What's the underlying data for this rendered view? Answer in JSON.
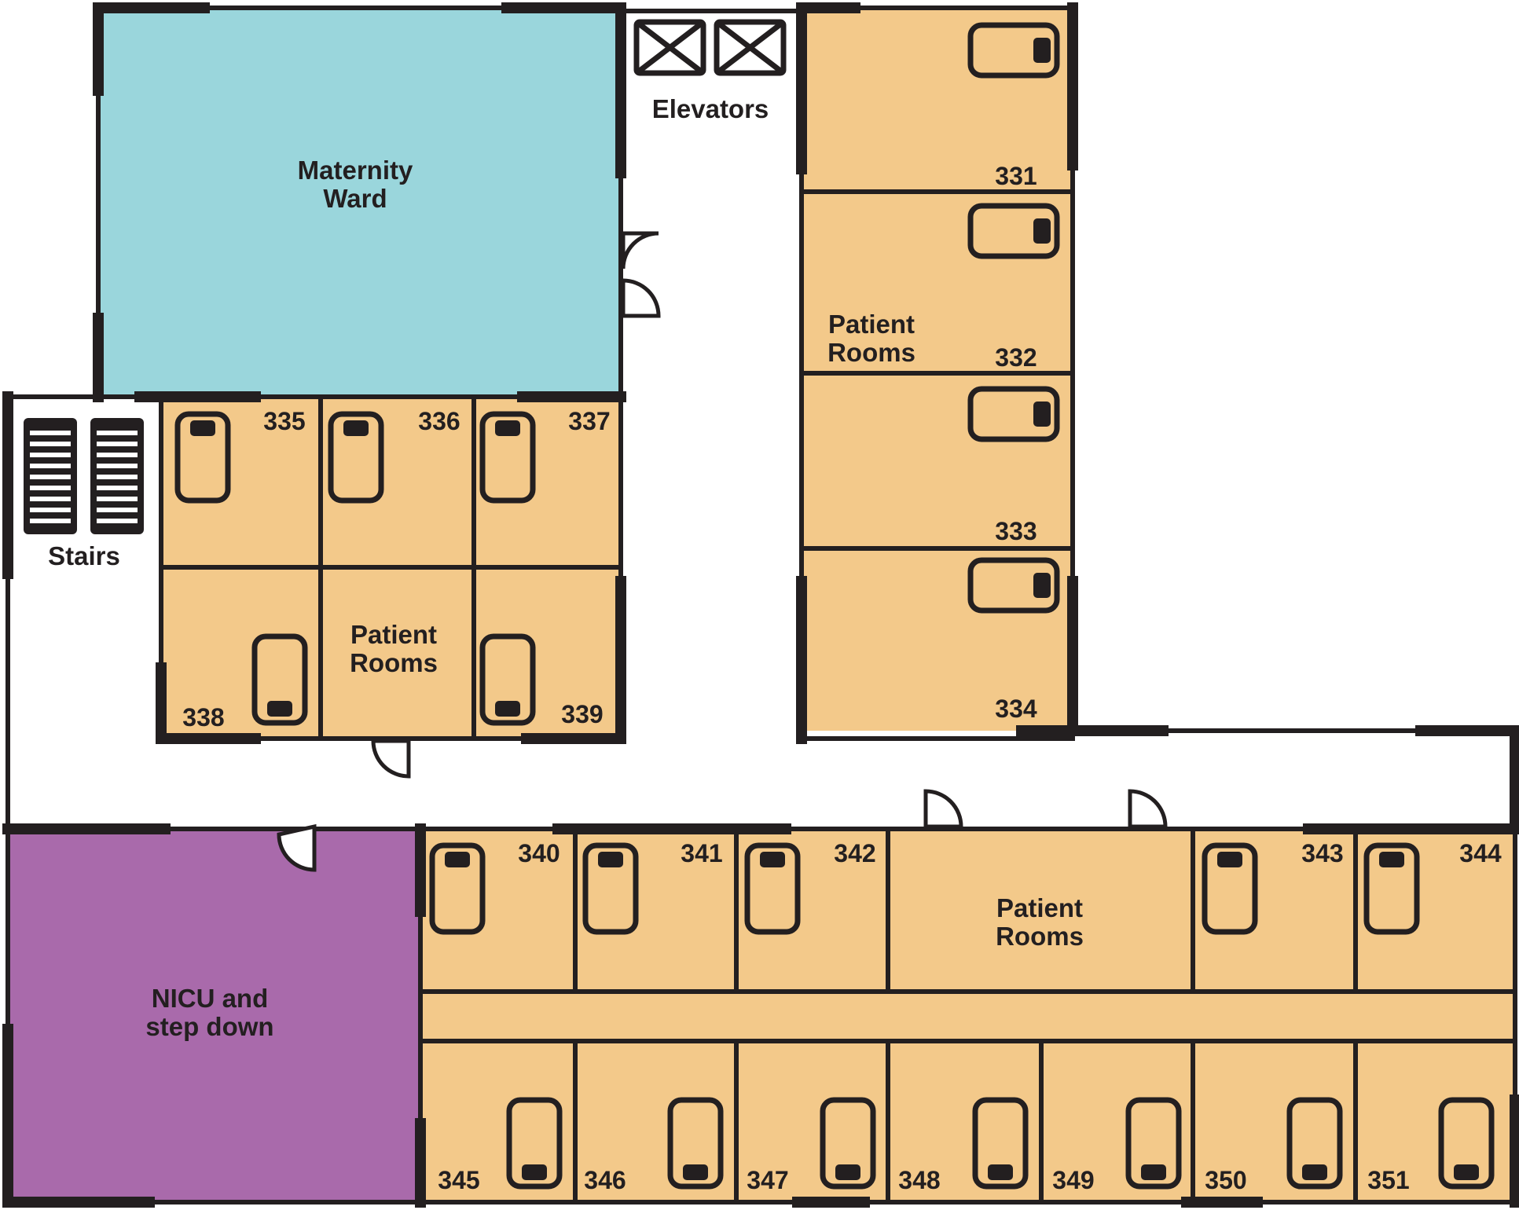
{
  "colors": {
    "maternity": "#9ad6dc",
    "patient": "#f3c98a",
    "nicu": "#a96aab",
    "wall": "#231f20",
    "corridor": "#ffffff"
  },
  "labels": {
    "maternity_line1": "Maternity",
    "maternity_line2": "Ward",
    "elevators": "Elevators",
    "stairs": "Stairs",
    "patient_line1": "Patient",
    "patient_line2": "Rooms",
    "nicu_line1": "NICU and",
    "nicu_line2": "step down"
  },
  "rooms": {
    "r331": "331",
    "r332": "332",
    "r333": "333",
    "r334": "334",
    "r335": "335",
    "r336": "336",
    "r337": "337",
    "r338": "338",
    "r339": "339",
    "r340": "340",
    "r341": "341",
    "r342": "342",
    "r343": "343",
    "r344": "344",
    "r345": "345",
    "r346": "346",
    "r347": "347",
    "r348": "348",
    "r349": "349",
    "r350": "350",
    "r351": "351"
  }
}
